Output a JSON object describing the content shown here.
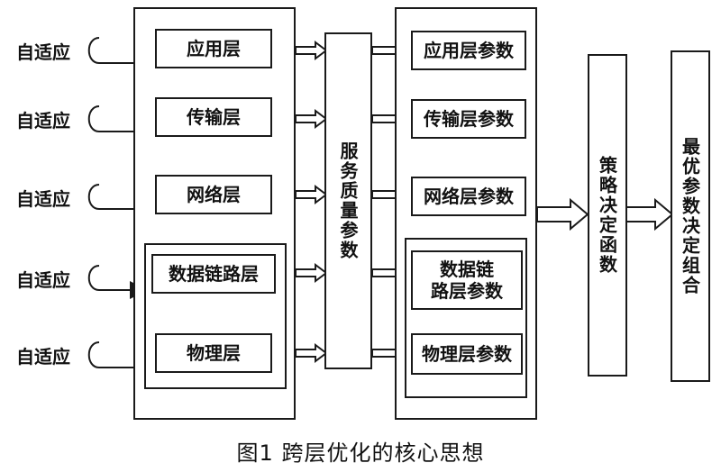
{
  "adaptive_labels": [
    "自适应",
    "自适应",
    "自适应",
    "自适应",
    "自适应"
  ],
  "layers": [
    "应用层",
    "传输层",
    "网络层",
    "数据链路层",
    "物理层"
  ],
  "qos_params": "服务质量参数",
  "layer_params": [
    "应用层参数",
    "传输层参数",
    "网络层参数",
    "数据链\n路层参数",
    "物理层参数"
  ],
  "strategy": "策略决定函数",
  "optimal": "最优参数决定组合",
  "caption": "图1  跨层优化的核心思想"
}
